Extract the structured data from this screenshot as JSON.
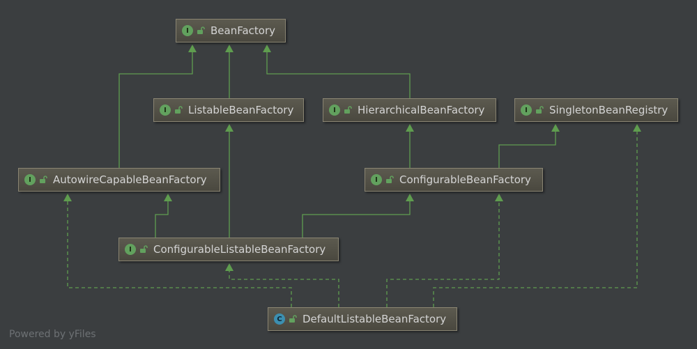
{
  "nodes": {
    "bean_factory": {
      "name": "BeanFactory",
      "kind": "I"
    },
    "listable_bean_factory": {
      "name": "ListableBeanFactory",
      "kind": "I"
    },
    "hierarchical_bean_factory": {
      "name": "HierarchicalBeanFactory",
      "kind": "I"
    },
    "singleton_bean_registry": {
      "name": "SingletonBeanRegistry",
      "kind": "I"
    },
    "autowire_capable_bean_factory": {
      "name": "AutowireCapableBeanFactory",
      "kind": "I"
    },
    "configurable_bean_factory": {
      "name": "ConfigurableBeanFactory",
      "kind": "I"
    },
    "configurable_listable_bean_factory": {
      "name": "ConfigurableListableBeanFactory",
      "kind": "I"
    },
    "default_listable_bean_factory": {
      "name": "DefaultListableBeanFactory",
      "kind": "C"
    }
  },
  "edges": [
    {
      "from": "ListableBeanFactory",
      "to": "BeanFactory",
      "relation": "extends"
    },
    {
      "from": "HierarchicalBeanFactory",
      "to": "BeanFactory",
      "relation": "extends"
    },
    {
      "from": "AutowireCapableBeanFactory",
      "to": "BeanFactory",
      "relation": "extends"
    },
    {
      "from": "ConfigurableBeanFactory",
      "to": "HierarchicalBeanFactory",
      "relation": "extends"
    },
    {
      "from": "ConfigurableBeanFactory",
      "to": "SingletonBeanRegistry",
      "relation": "extends"
    },
    {
      "from": "ConfigurableListableBeanFactory",
      "to": "ListableBeanFactory",
      "relation": "extends"
    },
    {
      "from": "ConfigurableListableBeanFactory",
      "to": "AutowireCapableBeanFactory",
      "relation": "extends"
    },
    {
      "from": "ConfigurableListableBeanFactory",
      "to": "ConfigurableBeanFactory",
      "relation": "extends"
    },
    {
      "from": "DefaultListableBeanFactory",
      "to": "ConfigurableListableBeanFactory",
      "relation": "implements"
    },
    {
      "from": "DefaultListableBeanFactory",
      "to": "AutowireCapableBeanFactory",
      "relation": "implements"
    },
    {
      "from": "DefaultListableBeanFactory",
      "to": "ConfigurableBeanFactory",
      "relation": "implements"
    },
    {
      "from": "DefaultListableBeanFactory",
      "to": "SingletonBeanRegistry",
      "relation": "implements"
    }
  ],
  "colors": {
    "background": "#3b3e40",
    "edge": "#5f9d4f",
    "node_fill": "#53514a",
    "node_border": "#8a8573",
    "text": "#d4d4d4",
    "interface_badge": "#62a15e",
    "class_badge": "#3c8fb0"
  },
  "icons": {
    "interface": "interface-i-icon",
    "class": "class-c-icon",
    "visibility": "unlocked-icon"
  },
  "footer": "Powered by yFiles"
}
